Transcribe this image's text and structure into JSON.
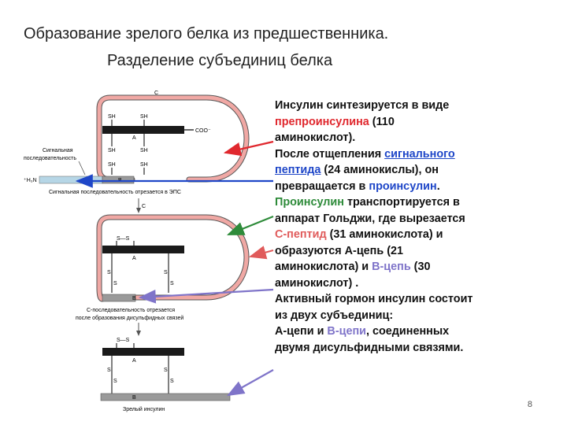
{
  "title": {
    "line1": "Образование зрелого белка из предшественника.",
    "line2": "Разделение субъединиц белка"
  },
  "diagram": {
    "label_c": "C",
    "label_a": "A",
    "label_b": "B",
    "label_sh": "SH",
    "label_s": "S",
    "label_ss": "S—S",
    "label_cooh": "COO⁻",
    "label_nh3": "⁺H₃N",
    "signal_label_1": "Сигнальная",
    "signal_label_2": "последовательность",
    "signal_cut": "Сигнальная последовательность отрезается в ЭПС",
    "c_cut_1": "С-последовательность отрезается",
    "c_cut_2": "после образования дисульфидных связей",
    "mature": "Зрелый инсулин"
  },
  "text": {
    "l1": "Инсулин синтезируется в виде",
    "l2_a": "препроинсулина",
    "l2_b": " (110",
    "l3": "аминокислот).",
    "l4_a": "После отщепления ",
    "l4_b": "сигнального",
    "l5_a": "пептида",
    "l5_b": " (24 аминокислы), он",
    "l6_a": "превращается в ",
    "l6_b": "проинсулин",
    "l6_c": ".",
    "l7_a": "Проинсулин",
    "l7_b": " транспортируется в",
    "l8": "аппарат Гольджи, где  вырезается",
    "l9_a": "С-пептид",
    "l9_b": " (31 аминокислота) и",
    "l10": "образуются А-цепь (21",
    "l11_a": "аминокислота) и ",
    "l11_b": "В-цепь",
    "l11_c": " (30",
    "l12": "аминокислот) .",
    "l13": "Активный гормон инсулин состоит",
    "l14": "из двух субъединиц:",
    "l15_a": "А-цепи и ",
    "l15_b": "В-цепи",
    "l15_c": ", соединенных",
    "l16": "двумя дисульфидными связями."
  },
  "page_number": "8",
  "colors": {
    "loop": "#f0a8a4",
    "signal": "#b6d6e6",
    "b_chain": "#9a9a9a",
    "a_chain": "#1a1a1a",
    "arrow_red": "#e0282e",
    "arrow_green": "#2e8b3a",
    "arrow_pink": "#e05a5a",
    "arrow_blue": "#1f47c8",
    "arrow_lav": "#7f74c9"
  }
}
